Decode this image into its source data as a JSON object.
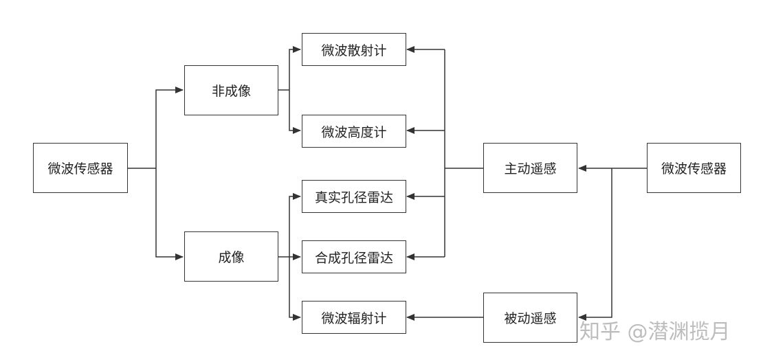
{
  "nodes": {
    "sensor_left": "微波传感器",
    "non_imaging": "非成像",
    "imaging": "成像",
    "scatterometer": "微波散射计",
    "altimeter": "微波高度计",
    "real_aperture_radar": "真实孔径雷达",
    "synthetic_aperture_radar": "合成孔径雷达",
    "radiometer": "微波辐射计",
    "active_sensing": "主动遥感",
    "passive_sensing": "被动遥感",
    "sensor_right": "微波传感器"
  },
  "watermark": "知乎 @潜渊揽月",
  "colors": {
    "line": "#333333",
    "border": "#333333",
    "watermark": "#bdbdbd"
  }
}
